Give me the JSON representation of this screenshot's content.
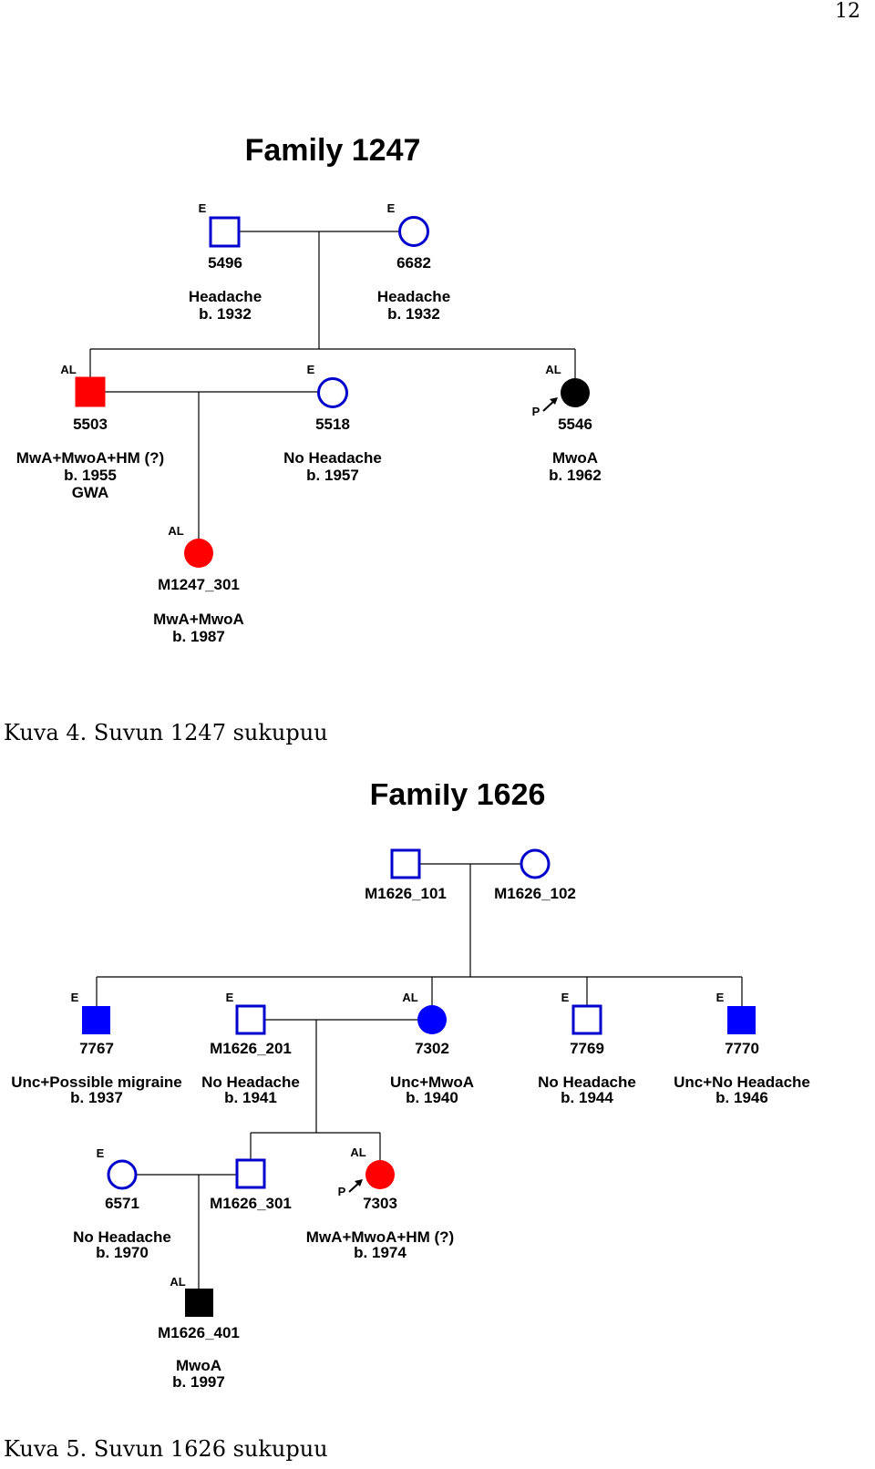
{
  "page_number": "12",
  "colors": {
    "affected_red": "#ff0000",
    "affected_blue": "#0000ff",
    "affected_black": "#000000",
    "unaffected_outline": "#0000cc"
  },
  "families": [
    {
      "title": "Family 1247",
      "caption": "Kuva 4. Suvun 1247 sukupuu",
      "members": {
        "p5496": {
          "id": "5496",
          "code": "E",
          "desc": [
            "Headache",
            "b. 1932"
          ]
        },
        "p6682": {
          "id": "6682",
          "code": "E",
          "desc": [
            "Headache",
            "b. 1932"
          ]
        },
        "p5503": {
          "id": "5503",
          "code": "AL",
          "desc": [
            "MwA+MwoA+HM (?)",
            "b. 1955",
            "GWA"
          ]
        },
        "p5518": {
          "id": "5518",
          "code": "E",
          "desc": [
            "No Headache",
            "b. 1957"
          ]
        },
        "p5546": {
          "id": "5546",
          "code": "AL",
          "proband": "P",
          "desc": [
            "MwoA",
            "b. 1962"
          ]
        },
        "p301": {
          "id": "M1247_301",
          "code": "AL",
          "desc": [
            "MwA+MwoA",
            "b. 1987"
          ]
        }
      }
    },
    {
      "title": "Family 1626",
      "caption": "Kuva 5. Suvun 1626 sukupuu",
      "members": {
        "p101": {
          "id": "M1626_101"
        },
        "p102": {
          "id": "M1626_102"
        },
        "p7767": {
          "id": "7767",
          "code": "E",
          "desc": [
            "Unc+Possible migraine",
            "b. 1937"
          ]
        },
        "p201": {
          "id": "M1626_201",
          "code": "E",
          "desc": [
            "No Headache",
            "b. 1941"
          ]
        },
        "p7302": {
          "id": "7302",
          "code": "AL",
          "desc": [
            "Unc+MwoA",
            "b. 1940"
          ]
        },
        "p7769": {
          "id": "7769",
          "code": "E",
          "desc": [
            "No Headache",
            "b. 1944"
          ]
        },
        "p7770": {
          "id": "7770",
          "code": "E",
          "desc": [
            "Unc+No Headache",
            "b. 1946"
          ]
        },
        "p6571": {
          "id": "6571",
          "code": "E",
          "desc": [
            "No Headache",
            "b. 1970"
          ]
        },
        "p301": {
          "id": "M1626_301"
        },
        "p7303": {
          "id": "7303",
          "code": "AL",
          "proband": "P",
          "desc": [
            "MwA+MwoA+HM (?)",
            "b. 1974"
          ]
        },
        "p401": {
          "id": "M1626_401",
          "code": "AL",
          "desc": [
            "MwoA",
            "b. 1997"
          ]
        }
      }
    }
  ]
}
